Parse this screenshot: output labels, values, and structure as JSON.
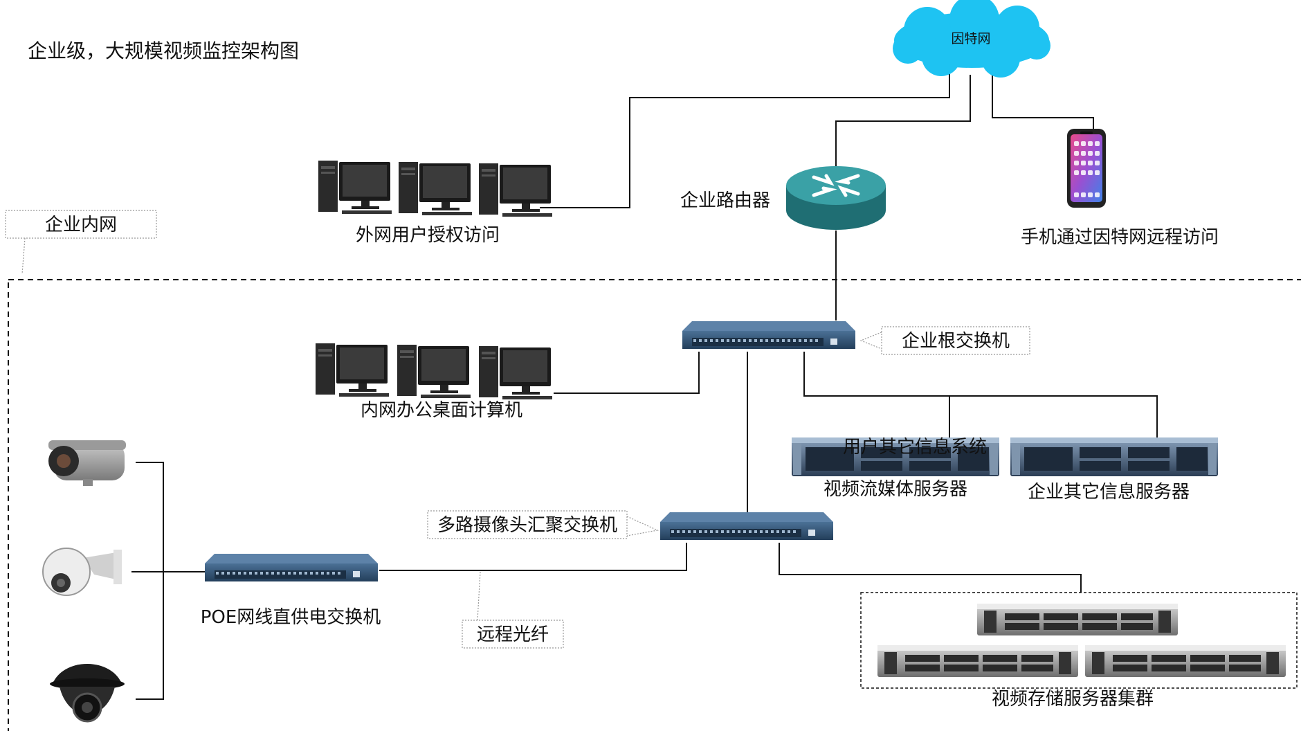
{
  "title": "企业级，大规模视频监控架构图",
  "callouts": {
    "intranet": "企业内网",
    "root_switch": "企业根交换机",
    "aggregation_switch": "多路摄像头汇聚交换机",
    "fiber": "远程光纤"
  },
  "labels": {
    "internet": "因特网",
    "router": "企业路由器",
    "external_users": "外网用户授权访问",
    "mobile": "手机通过因特网远程访问",
    "internal_pcs": "内网办公桌面计算机",
    "other_info_system": "用户其它信息系统",
    "streaming_server": "视频流媒体服务器",
    "other_info_server": "企业其它信息服务器",
    "poe_switch": "POE网线直供电交换机",
    "storage_cluster": "视频存储服务器集群"
  },
  "colors": {
    "cloud": "#1ec3f2",
    "router": "#2a8a8f",
    "switch": "#2e4f6e",
    "line": "#111111",
    "dashed": "#666666"
  }
}
